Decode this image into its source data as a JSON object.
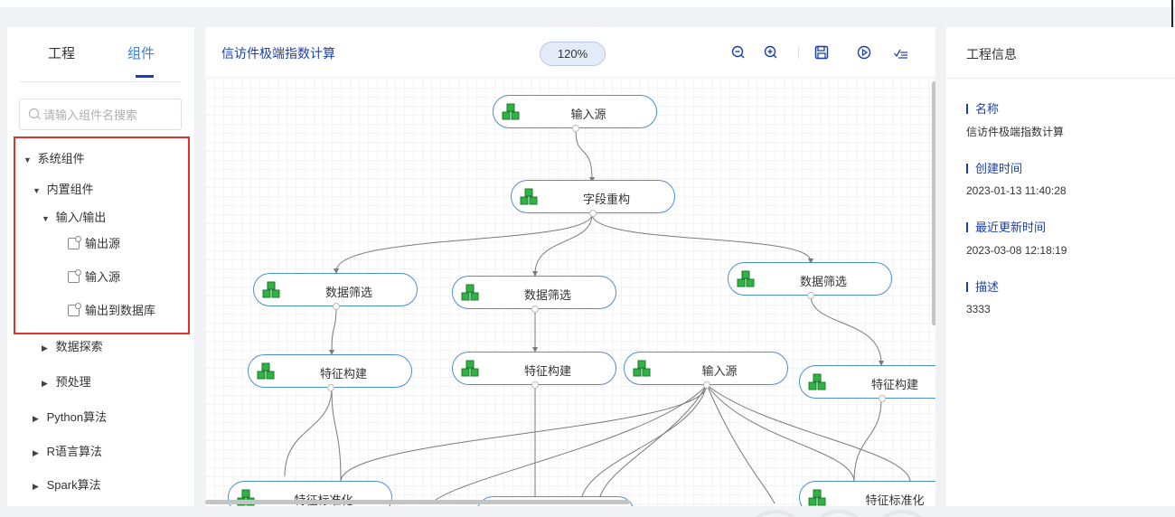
{
  "left_panel": {
    "tabs": [
      {
        "label": "工程"
      },
      {
        "label": "组件"
      }
    ],
    "search": {
      "placeholder": "请输入组件名搜索",
      "value": ""
    },
    "tree": [
      {
        "label": "系统组件",
        "expanded": true
      },
      {
        "label": "内置组件",
        "expanded": true
      },
      {
        "label": "输入/输出",
        "expanded": true
      },
      {
        "label": "输出源"
      },
      {
        "label": "输入源"
      },
      {
        "label": "输出到数据库"
      },
      {
        "label": "数据探索",
        "expanded": false
      },
      {
        "label": "预处理",
        "expanded": false
      },
      {
        "label": "Python算法",
        "expanded": false
      },
      {
        "label": "R语言算法",
        "expanded": false
      },
      {
        "label": "Spark算法",
        "expanded": false
      }
    ],
    "highlight_color": "#e0322b"
  },
  "canvas_panel": {
    "title": "信访件极端指数计算",
    "zoom": "120%",
    "tools": [
      "zoom-out-icon",
      "zoom-in-icon",
      "save-icon",
      "run-icon",
      "check-icon"
    ],
    "nodes": [
      {
        "label": "输入源"
      },
      {
        "label": "字段重构"
      },
      {
        "label": "数据筛选"
      },
      {
        "label": "数据筛选"
      },
      {
        "label": "数据筛选"
      },
      {
        "label": "特征构建"
      },
      {
        "label": "特征构建"
      },
      {
        "label": "输入源"
      },
      {
        "label": "特征构建"
      },
      {
        "label": "特征标准化"
      },
      {
        "label": ""
      },
      {
        "label": "特征标准化"
      }
    ],
    "node_border_color": "#4a8fd6",
    "node_icon_color": "#2fb344"
  },
  "right_panel": {
    "title": "工程信息",
    "fields": [
      {
        "label": "名称",
        "value": "信访件极端指数计算"
      },
      {
        "label": "创建时间",
        "value": "2023-01-13 11:40:28"
      },
      {
        "label": "最近更新时间",
        "value": "2023-03-08 12:18:19"
      },
      {
        "label": "描述",
        "value": "3333"
      }
    ],
    "accent_color": "#1a3fa8"
  }
}
